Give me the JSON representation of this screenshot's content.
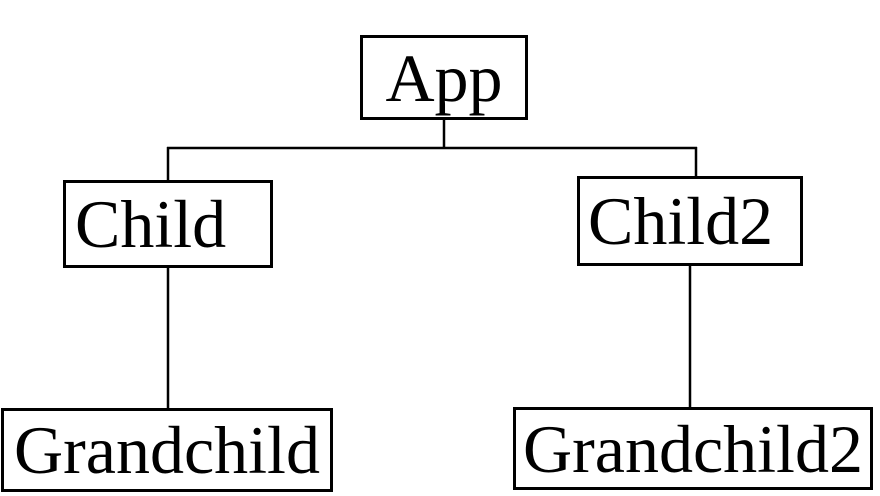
{
  "colors": {
    "line": "#000000",
    "border": "#000000",
    "box_background": "#ffffff",
    "page_background": "#ffffff",
    "text": "#000000"
  },
  "tree": {
    "root": {
      "label": "App"
    },
    "children": [
      {
        "label": "Child",
        "children": [
          {
            "label": "Grandchild"
          }
        ]
      },
      {
        "label": "Child2",
        "children": [
          {
            "label": "Grandchild2"
          }
        ]
      }
    ]
  }
}
